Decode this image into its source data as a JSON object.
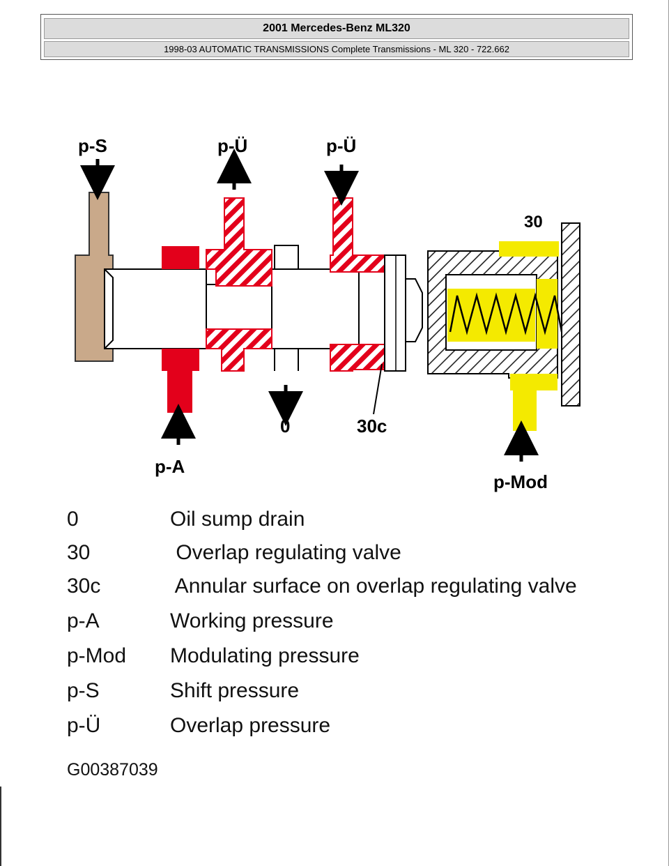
{
  "header": {
    "title": "2001 Mercedes-Benz ML320",
    "subtitle": "1998-03 AUTOMATIC TRANSMISSIONS Complete Transmissions - ML 320 - 722.662"
  },
  "diagram": {
    "labels": {
      "ps": "p-S",
      "pu1": "p-Ü",
      "pu2": "p-Ü",
      "n30": "30",
      "pa": "p-A",
      "n0": "0",
      "n30c": "30c",
      "pmod": "p-Mod"
    },
    "colors": {
      "shift_pressure": "#c9a98a",
      "working_pressure": "#e3001b",
      "overlap_pressure_hatch": "#e3001b",
      "modulating_pressure": "#f4ea00",
      "housing_hatch": "#000000"
    }
  },
  "legend": [
    {
      "key": "0",
      "text": "Oil sump drain"
    },
    {
      "key": "30",
      "text": " Overlap regulating valve"
    },
    {
      "key": "30c",
      "text": " Annular surface on overlap regulating valve"
    },
    {
      "key": "p-A",
      "text": "Working pressure"
    },
    {
      "key": "p-Mod",
      "text": "Modulating pressure"
    },
    {
      "key": "p-S",
      "text": "Shift pressure"
    },
    {
      "key": "p-Ü",
      "text": "Overlap pressure"
    }
  ],
  "figure_id": "G00387039"
}
